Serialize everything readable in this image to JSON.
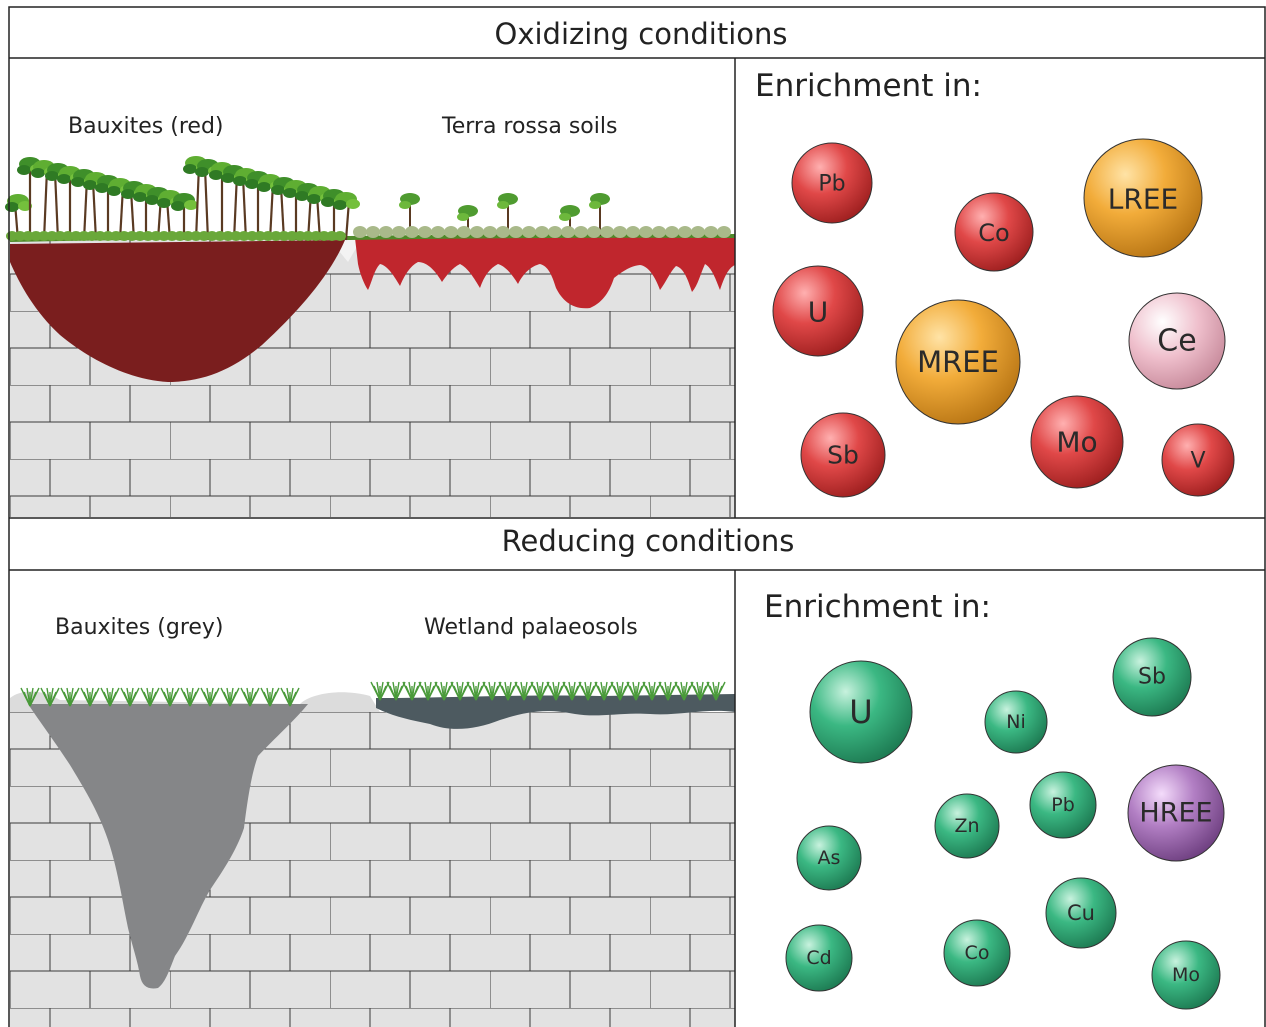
{
  "oxidizing": {
    "title": "Oxidizing conditions",
    "left_label": "Bauxites (red)",
    "right_label": "Terra rossa soils",
    "enrichment_title": "Enrichment in:",
    "elements": [
      "Pb",
      "Co",
      "LREE",
      "U",
      "MREE",
      "Ce",
      "Sb",
      "Mo",
      "V"
    ]
  },
  "reducing": {
    "title": "Reducing conditions",
    "left_label": "Bauxites (grey)",
    "right_label": "Wetland palaeosols",
    "enrichment_title": "Enrichment in:",
    "elements": [
      "U",
      "Ni",
      "Sb",
      "Zn",
      "Pb",
      "HREE",
      "As",
      "Cu",
      "Cd",
      "Co",
      "Mo"
    ]
  },
  "colors": {
    "red_bauxite": "#7a1e1e",
    "terra_rossa": "#c0262d",
    "grey_bauxite": "#858688",
    "wetland": "#4d5a60",
    "limestone": "#e1e1e1",
    "ball_red": "#e04848",
    "ball_orange": "#f2ac3a",
    "ball_pink": "#efbfcc",
    "ball_green": "#3bb883",
    "ball_purple": "#b27fc4"
  }
}
